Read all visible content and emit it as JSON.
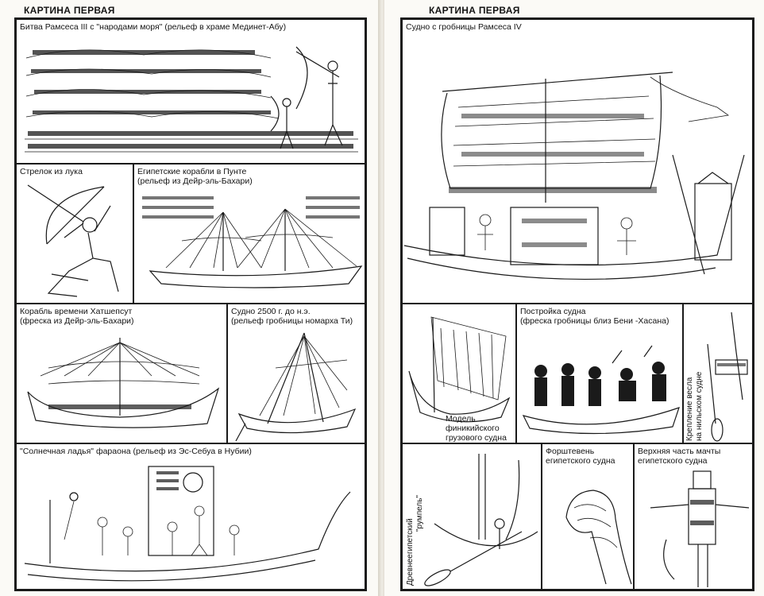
{
  "left_page": {
    "header": "КАРТИНА ПЕРВАЯ",
    "captions": {
      "ramses_battle": "Битва Рамсеса III с \"народами моря\" (рельеф в храме Мединет-Абу)",
      "archer": "Стрелок из лука",
      "punt_ships_line1": "Египетские корабли в Пунте",
      "punt_ships_line2": "(рельеф из Дейр-эль-Бахари)",
      "hatshepsut_line1": "Корабль времени Хатшепсут",
      "hatshepsut_line2": "(фреска из Дейр-эль-Бахари)",
      "ship_2500_line1": "Судно 2500 г. до н.э.",
      "ship_2500_line2": "(рельеф гробницы номарха Ти)",
      "solar_boat": "\"Солнечная ладья\" фараона (рельеф из Эс-Себуа в Нубии)"
    }
  },
  "right_page": {
    "header": "КАРТИНА ПЕРВАЯ",
    "captions": {
      "ramses_iv_ship": "Судно с гробницы Рамсеса IV",
      "phoenician_line1": "Модель",
      "phoenician_line2": "финикийского",
      "phoenician_line3": "грузового судна",
      "shipbuilding_line1": "Постройка судна",
      "shipbuilding_line2": "(фреска гробницы близ Бени -Хасана)",
      "oar_mount_line1": "Крепление весла",
      "oar_mount_line2": "на нильском судне",
      "rudder_line1": "Древнеегипетский",
      "rudder_line2": "\"румпель\"",
      "forestem_line1": "Форштевень",
      "forestem_line2": "египетского судна",
      "masthead_line1": "Верхняя часть мачты",
      "masthead_line2": "египетского судна"
    }
  }
}
